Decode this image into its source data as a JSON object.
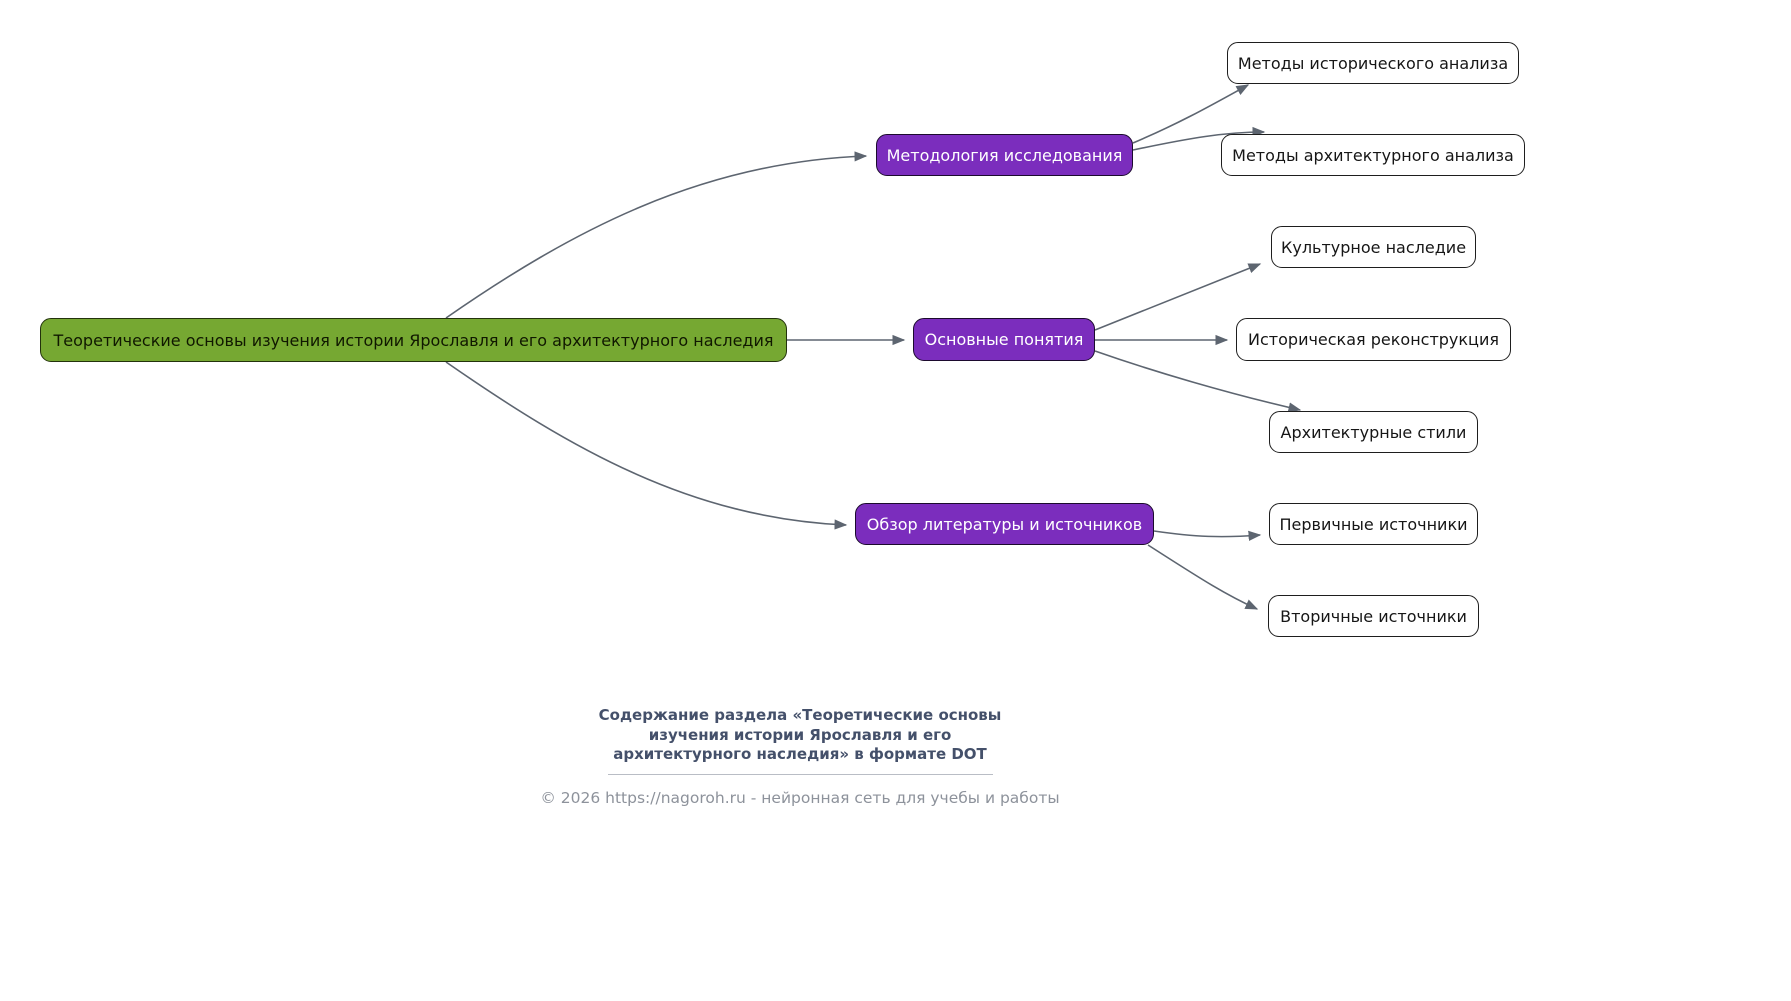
{
  "diagram": {
    "root": {
      "label": "Теоретические основы изучения истории Ярославля и его архитектурного наследия"
    },
    "branches": [
      {
        "label": "Методология исследования",
        "children": [
          {
            "label": "Методы исторического анализа"
          },
          {
            "label": "Методы архитектурного анализа"
          }
        ]
      },
      {
        "label": "Основные понятия",
        "children": [
          {
            "label": "Культурное наследие"
          },
          {
            "label": "Историческая реконструкция"
          },
          {
            "label": "Архитектурные стили"
          }
        ]
      },
      {
        "label": "Обзор литературы и источников",
        "children": [
          {
            "label": "Первичные источники"
          },
          {
            "label": "Вторичные источники"
          }
        ]
      }
    ],
    "colors": {
      "root_fill": "#76a832",
      "branch_fill": "#7b2dbd",
      "leaf_fill": "#ffffff",
      "edge": "#5d6570",
      "node_border": "#1e1e1e"
    }
  },
  "footer": {
    "title_lines": [
      "Содержание раздела «Теоретические основы",
      "изучения истории Ярославля и его",
      "архитектурного наследия» в формате DOT"
    ],
    "copyright": "© 2026 https://nagoroh.ru - нейронная сеть для учебы и работы"
  }
}
